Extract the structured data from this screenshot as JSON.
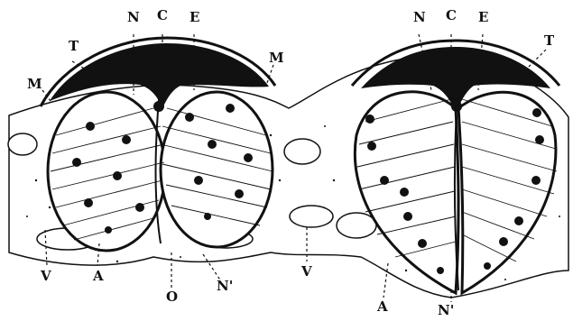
{
  "figure": {
    "labels": {
      "n_left": "N",
      "c_left": "C",
      "e_left": "E",
      "t_left": "T",
      "m_left": "M",
      "m_center": "M",
      "n_right": "N",
      "c_right": "C",
      "e_right": "E",
      "t_right": "T",
      "v_left": "V",
      "a_left": "A",
      "o": "O",
      "n_prime_left": "N'",
      "v_center": "V",
      "a_right": "A",
      "n_prime_right": "N'"
    },
    "colors": {
      "ink": "#111111",
      "paper": "#ffffff"
    }
  }
}
